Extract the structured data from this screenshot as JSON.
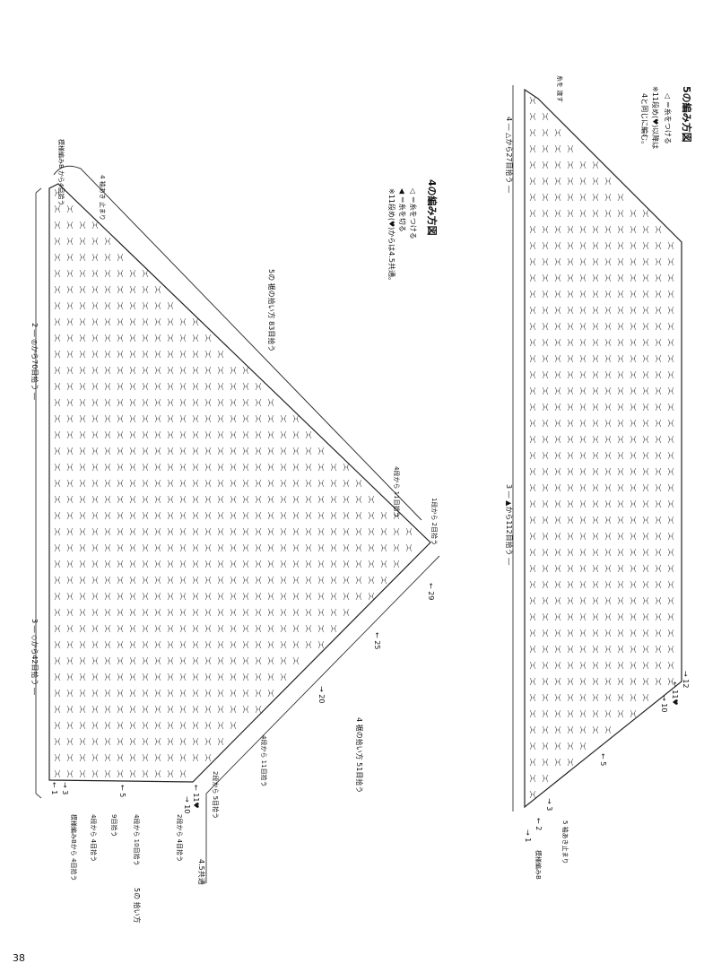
{
  "page_number": "38",
  "diagram4": {
    "title": "4の編み方図",
    "legend": [
      "◁ ＝糸をつける",
      "◀ ＝糸を切る",
      "※11段め(♥)から⁠は4.5共通。"
    ],
    "labels": {
      "picked_70": "2 ― ◎から70目拾う ―",
      "picked_42": "3 ― ◇から42目拾う ―",
      "picked_edge_83": "5の 裾の拾い方 83目拾う",
      "picked_edge_51": "4 裾の拾い方 51目拾う",
      "pattern_b_top": "模様編みB から4目拾う",
      "slit_stop_top": "4 袖あき 止まり",
      "from_row4_11": "4段から 11目拾う",
      "from_row1_2": "1段から 2目拾う",
      "from_row2_5": "2段から 5目拾う",
      "from_row4_11b": "4段から 11目拾う",
      "from_row2_4": "2段から 4目拾う",
      "from_row4_4": "4段から 4目拾う",
      "from_row9_10": "4段から 10目拾う",
      "from_row9": "9目拾う",
      "pattern_b_bottom": "模様編みBから 4目拾う",
      "bottom_note": "5の 拾い方",
      "common_45": "4.5共通",
      "row_29": "← 29",
      "row_25": "← 25",
      "row_20": "→ 20",
      "row_11": "← 11♥",
      "row_10": "→ 10",
      "row_5": "← 5",
      "row_3": "→ 3",
      "row_1": "← 1"
    }
  },
  "diagram5": {
    "title": "5の編み方図",
    "legend": [
      "◁ ＝糸をつける",
      "※11段め(♥)以降は",
      "4と同じに編む。"
    ],
    "labels": {
      "picked_27": "4 ― △から27目拾う ―",
      "picked_112": "3 ― ▲から112目拾う ―",
      "thread_cross": "糸を 渡す",
      "slit_stop": "5 袖あき止まり",
      "pattern_b": "模様編みB",
      "row_12": "→ 12",
      "row_11": "← 11♥",
      "row_10": "→ 10",
      "row_5": "← 5",
      "row_3": "→ 3",
      "row_2": "← 2",
      "row_1": "→ 1"
    }
  }
}
